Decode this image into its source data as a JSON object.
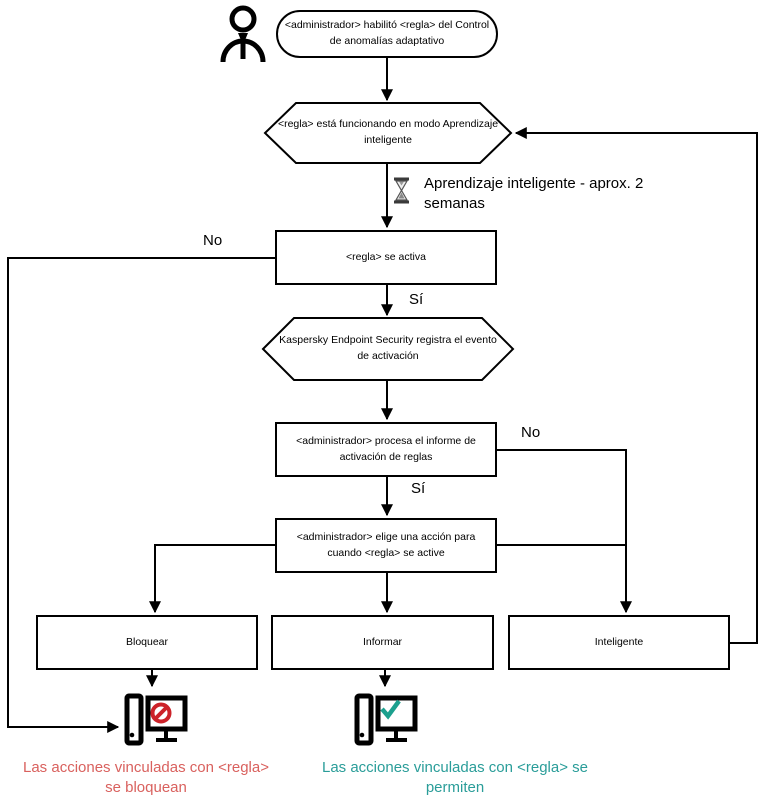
{
  "diagram": {
    "nodes": {
      "start": "<administrador> habilitó <regla> del Control\nde anomalías adaptativo",
      "learning_mode": "<regla> está funcionando en modo Aprendizaje\ninteligente",
      "rule_activates": "<regla> se activa",
      "registers_event": "Kaspersky Endpoint Security registra el evento\nde activación",
      "process_report": "<administrador> procesa el informe de\nactivación de reglas",
      "choose_action": "<administrador> elige una acción para\ncuando <regla> se active",
      "action_block": "Bloquear",
      "action_inform": "Informar",
      "action_smart": "Inteligente"
    },
    "labels": {
      "no_left": "No",
      "yes_top": "Sí",
      "no_right": "No",
      "yes_bottom": "Sí",
      "timer": "Aprendizaje inteligente - aprox. 2\nsemanas"
    },
    "results": {
      "blocked": "Las acciones vinculadas con <regla>\nse bloquean",
      "allowed": "Las acciones vinculadas con <regla> se\npermiten"
    },
    "icons": {
      "actor": "actor-person-icon",
      "timer": "hourglass-icon",
      "blocked": "blocked-computer-icon",
      "allowed": "allowed-computer-icon"
    },
    "colors": {
      "blocked_text": "#d9615e",
      "allowed_text": "#2a9d99",
      "blocked_icon": "#cc2229",
      "allowed_check": "#1ca08e",
      "line": "#000000"
    }
  }
}
